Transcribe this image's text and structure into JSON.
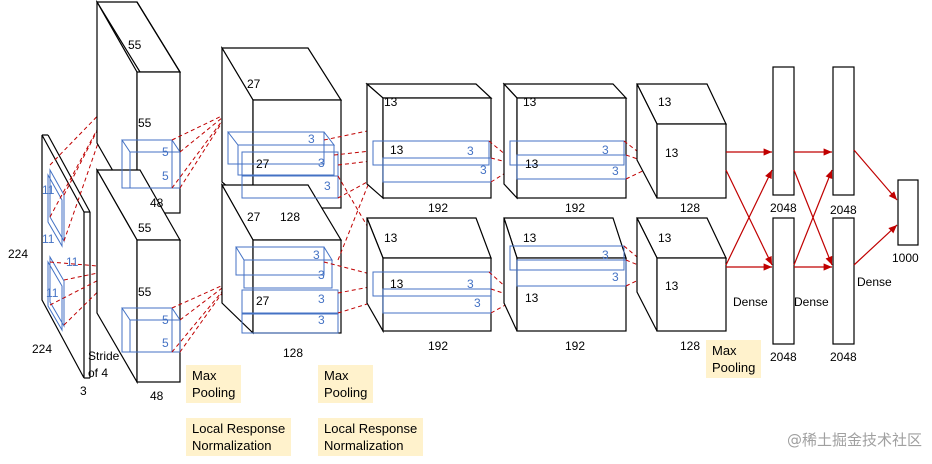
{
  "input": {
    "size_h": "224",
    "size_w": "224",
    "channels": "3",
    "stride": "Stride\nof 4",
    "kernel_a": "11",
    "kernel_b": "11"
  },
  "conv1": {
    "h": "55",
    "inner": "55",
    "depth": "48",
    "kernel": "5"
  },
  "conv2": {
    "h": "27",
    "inner": "27",
    "depth": "128",
    "kernel": "3"
  },
  "conv3": {
    "h": "13",
    "inner": "13",
    "depth": "192",
    "kernel": "3"
  },
  "conv4": {
    "h": "13",
    "inner": "13",
    "depth": "192",
    "kernel": "3"
  },
  "conv5": {
    "h": "13",
    "inner": "13",
    "depth": "128"
  },
  "fc": {
    "units": "2048",
    "dense": "Dense",
    "output": "1000"
  },
  "notes": {
    "max_pooling": "Max\nPooling",
    "lrn": "Local Response\nNormalization"
  },
  "watermark": "@稀土掘金技术社区",
  "colors": {
    "line": "#000000",
    "kernel": "#4472c4",
    "dashed": "#c00000",
    "arrow": "#c00000",
    "note_bg": "#fff2cc"
  }
}
